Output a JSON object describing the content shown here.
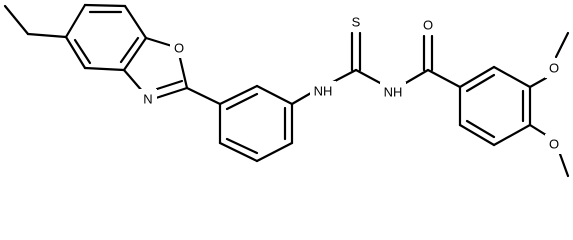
{
  "colors": {
    "bond": "#000000",
    "label": "#000000",
    "background": "#ffffff"
  },
  "atoms": {
    "O_oxazole": "O",
    "N_oxazole": "N",
    "NH_left": "NH",
    "S_thio": "S",
    "NH_right": "NH",
    "O_carbonyl": "O",
    "O_methoxy_top": "O",
    "O_methoxy_bottom": "O"
  }
}
